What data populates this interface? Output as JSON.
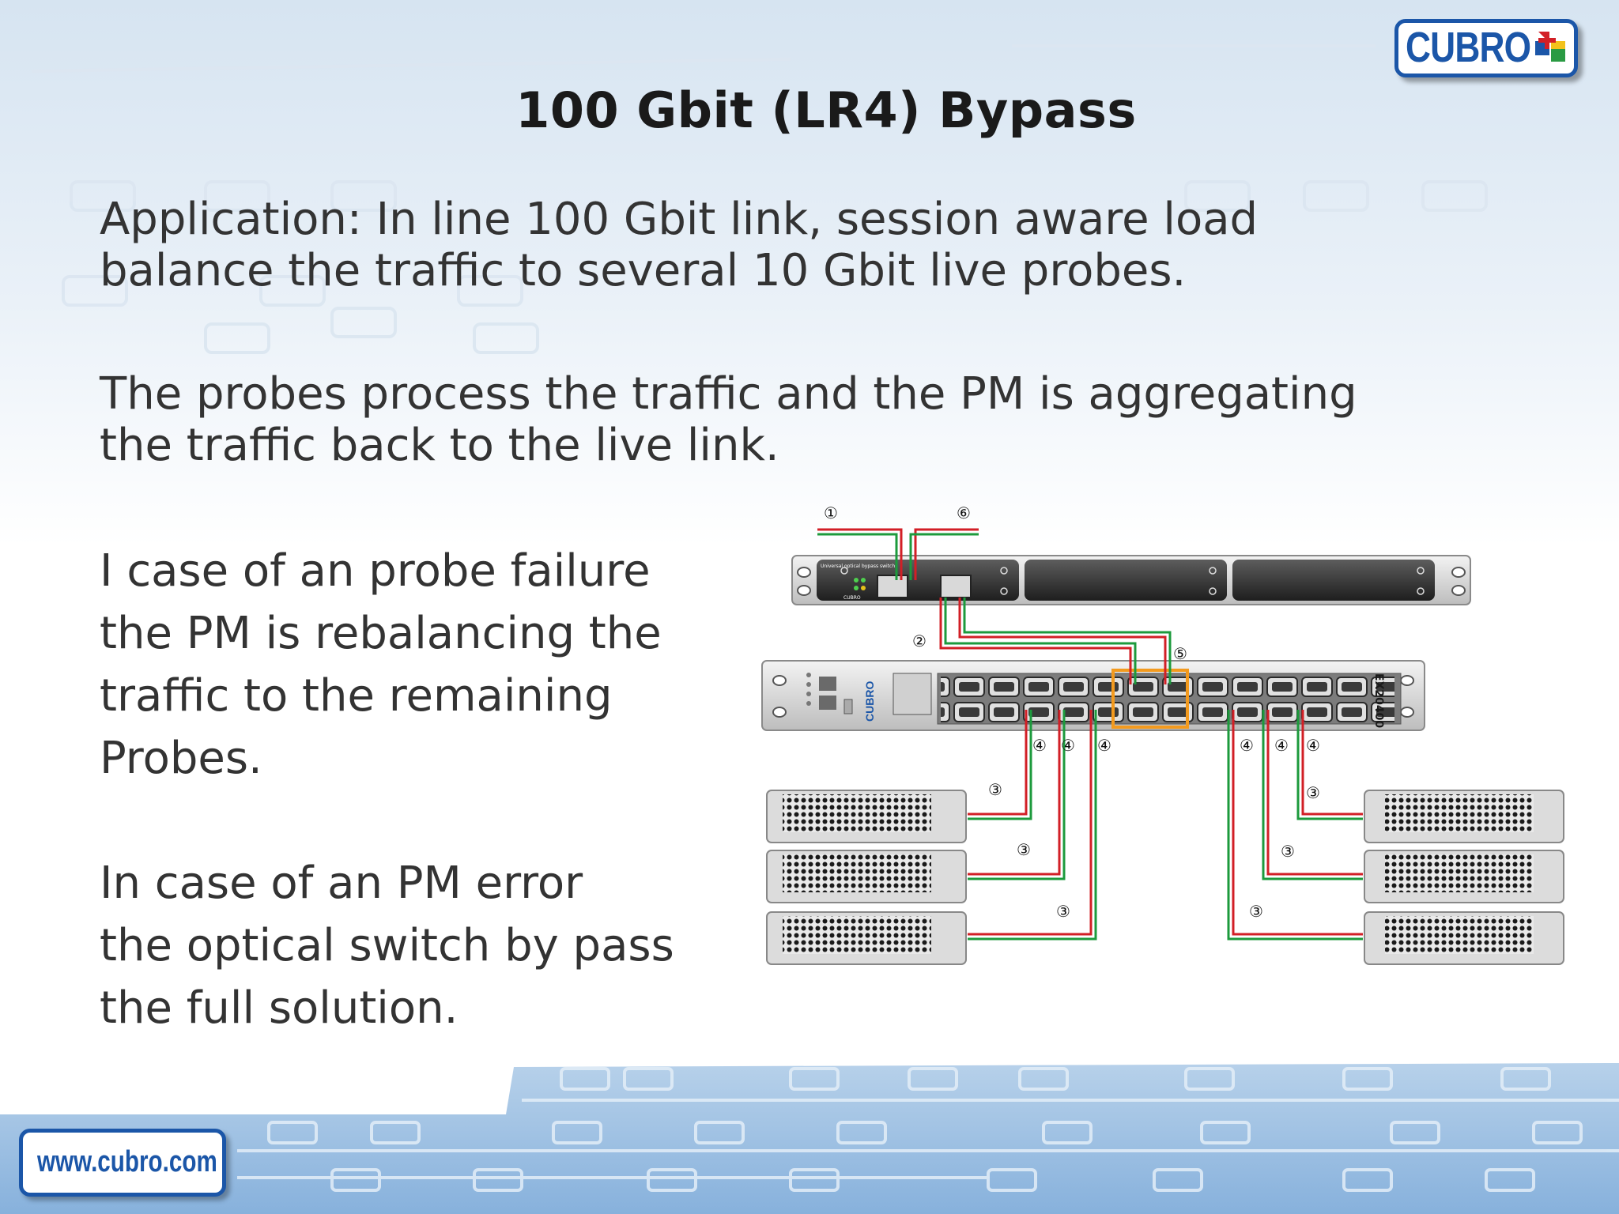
{
  "slide": {
    "title": "100 Gbit (LR4) Bypass",
    "p1": [
      "Application:  In line 100 Gbit link, session aware load",
      "balance the traffic to several 10 Gbit live probes."
    ],
    "p2": [
      "The probes process the traffic and the PM is aggregating",
      "the traffic back to the live link."
    ],
    "p3": [
      "I case of an probe failure",
      "the PM is rebalancing the",
      "traffic to the remaining",
      "Probes."
    ],
    "p4": [
      "In case of an PM error",
      "the optical switch by pass",
      "the full solution."
    ]
  },
  "brand": {
    "logo_text": "CUBRO",
    "website": "www.cubro.com"
  },
  "diagram": {
    "bypass_label": "Universal optical bypass switch",
    "bypass_logo": "CUBRO",
    "switch_logo": "CUBRO",
    "switch_model": "EX20400",
    "markers": {
      "m1": "①",
      "m2": "②",
      "m3": "③",
      "m4": "④",
      "m5": "⑤",
      "m6": "⑥"
    }
  },
  "colors": {
    "brand_blue": "#1b56a8",
    "fiber_red": "#d21f26",
    "fiber_green": "#1c9a3c",
    "highlight_orange": "#f39a1e"
  },
  "icons": [
    "cubro-logo-icon",
    "fiber-cable-icon",
    "probe-server-icon",
    "network-switch-icon",
    "optical-bypass-icon"
  ]
}
